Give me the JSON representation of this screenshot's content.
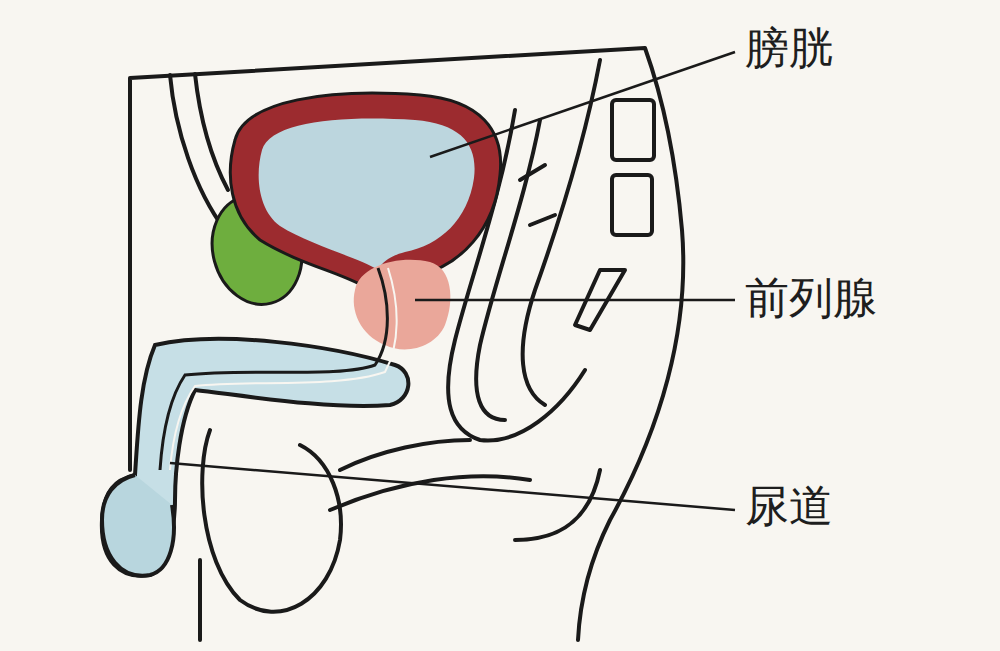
{
  "diagram": {
    "labels": [
      "膀胱",
      "前列腺",
      "尿道"
    ]
  }
}
